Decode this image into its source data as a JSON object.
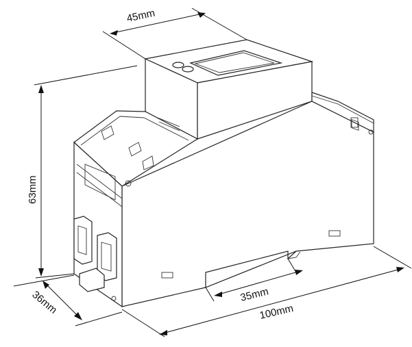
{
  "dimensions": {
    "top_width": "45mm",
    "height": "63mm",
    "depth": "36mm",
    "bottom_inner": "35mm",
    "length": "100mm"
  }
}
